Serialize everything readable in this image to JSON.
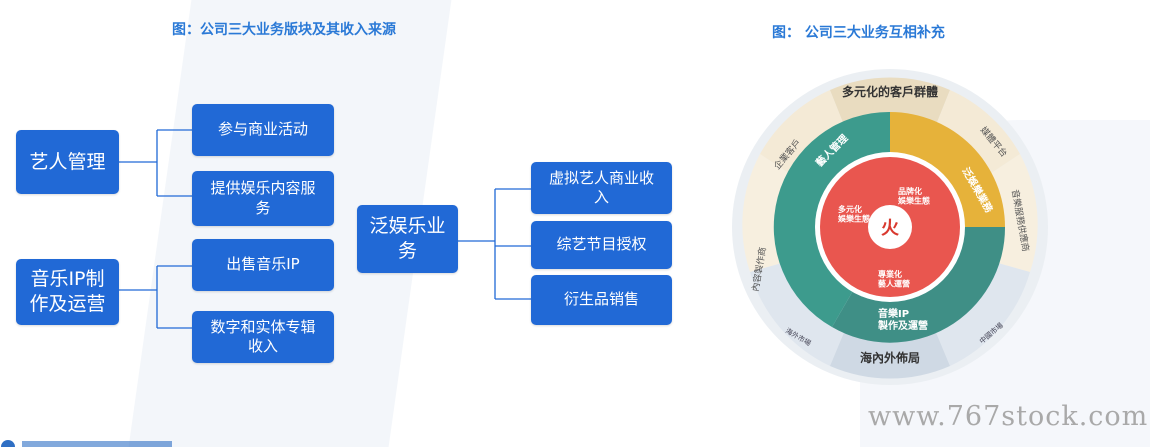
{
  "left_title": "图：公司三大业务版块及其收入来源",
  "right_title": "图： 公司三大业务互相补充",
  "nodes": {
    "artist": "艺人管理",
    "music": "音乐IP制\n作及运营",
    "pan": "泛娱乐业\n务",
    "commercial": "参与商业活动",
    "content": "提供娱乐内容服\n务",
    "sell_ip": "出售音乐IP",
    "album": "数字和实体专辑\n收入",
    "virtual": "虚拟艺人商业收\n入",
    "variety": "综艺节目授权",
    "merch": "衍生品销售"
  },
  "wheel": {
    "outer": [
      "多元化的客戶群體",
      "海內外佈局"
    ],
    "outer_side": [
      "企業客戶",
      "媒體平台",
      "音樂服務供應商",
      "內容製作商",
      "海外市場",
      "中國市場"
    ],
    "middle": [
      "藝人管理",
      "泛娛樂業務",
      "音樂IP\n製作及運營"
    ],
    "core": [
      "多元化\n娛樂生態",
      "專業化\n藝人運營",
      "品牌化\n娛樂生態"
    ]
  },
  "watermark": "www.767stock.com",
  "colors": {
    "box": "#2169d6",
    "title": "#2a79d6"
  }
}
